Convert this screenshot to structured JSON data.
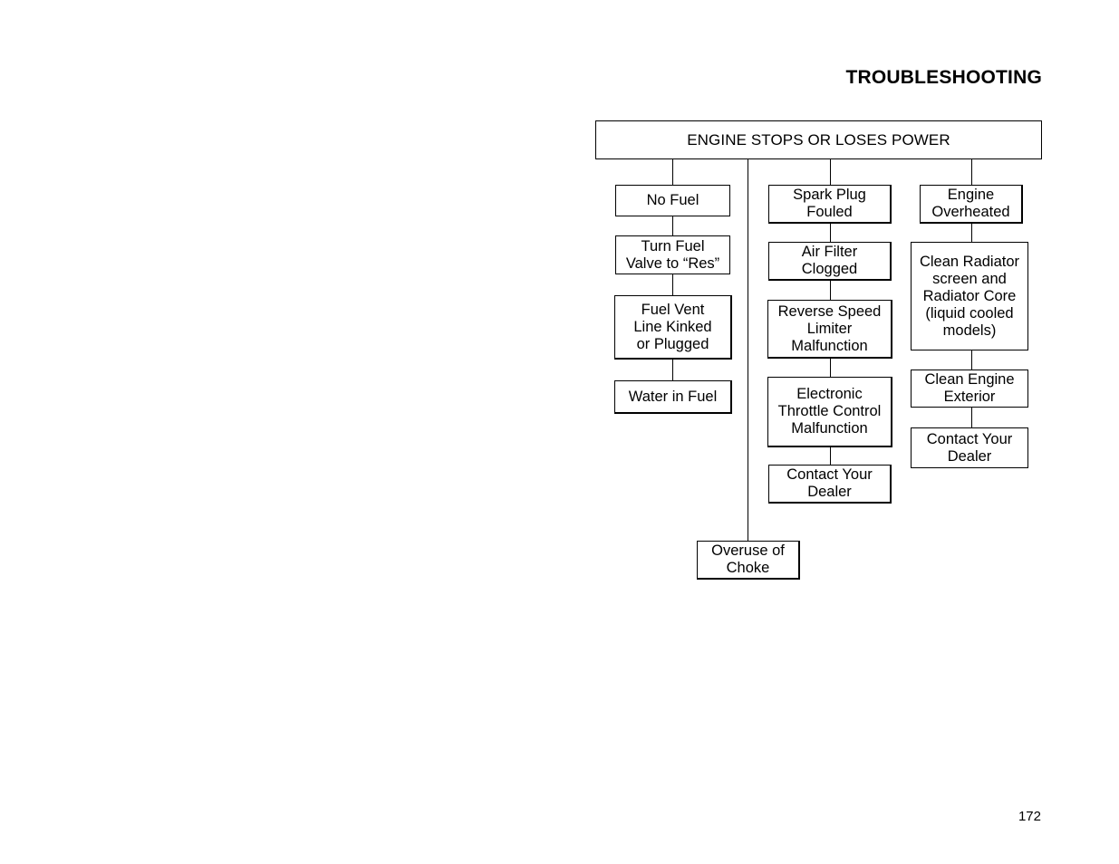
{
  "page": {
    "title": "TROUBLESHOOTING",
    "page_number": "172"
  },
  "flowchart": {
    "root": "ENGINE STOPS OR LOSES POWER",
    "col1": {
      "cause": "No Fuel",
      "step1": "Turn Fuel\nValve to “Res”",
      "step2": "Fuel Vent\nLine Kinked\nor Plugged",
      "step3": "Water in Fuel"
    },
    "col2": {
      "cause": "Overuse of\nChoke"
    },
    "col3": {
      "cause": "Spark Plug\nFouled",
      "step1": "Air Filter\nClogged",
      "step2": "Reverse Speed\nLimiter\nMalfunction",
      "step3": "Electronic\nThrottle Control\nMalfunction",
      "step4": "Contact Your\nDealer"
    },
    "col4": {
      "cause": "Engine\nOverheated",
      "step1": "Clean Radiator\nscreen and\nRadiator Core\n(liquid cooled\nmodels)",
      "step2": "Clean Engine\nExterior",
      "step3": "Contact Your\nDealer"
    }
  }
}
